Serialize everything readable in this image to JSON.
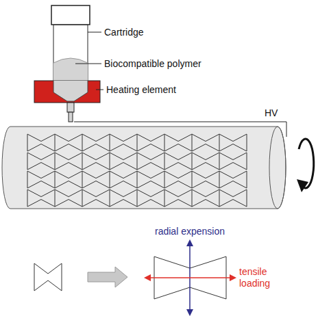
{
  "diagram": {
    "labels": [
      "Cartridge",
      "Biocompatible polymer",
      "Heating element",
      "HV",
      "radial expension",
      "tensile loading"
    ]
  }
}
